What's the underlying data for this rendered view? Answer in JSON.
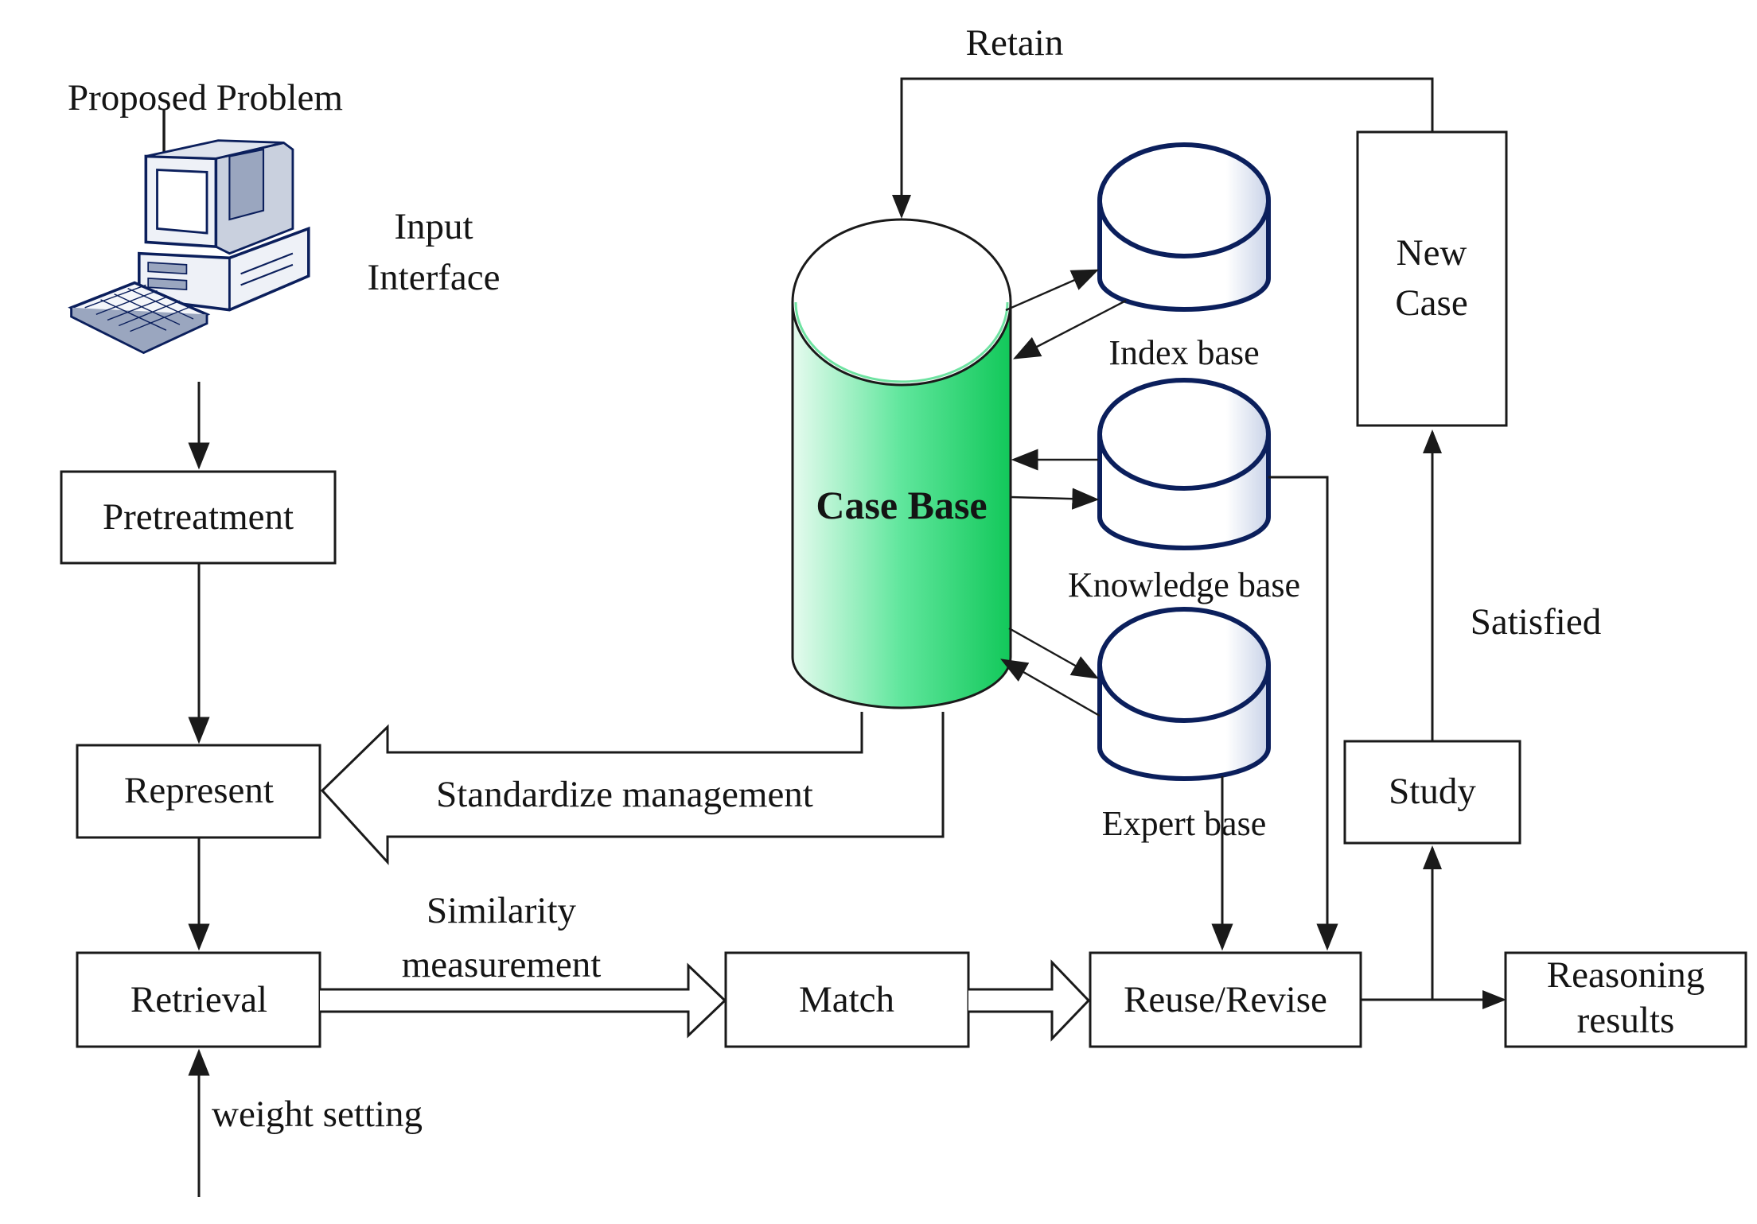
{
  "nodes": {
    "proposed_problem": "Proposed Problem",
    "input_interface_line1": "Input",
    "input_interface_line2": "Interface",
    "pretreatment": "Pretreatment",
    "represent": "Represent",
    "retrieval": "Retrieval",
    "match": "Match",
    "reuse_revise": "Reuse/Revise",
    "reasoning_results_line1": "Reasoning",
    "reasoning_results_line2": "results",
    "study": "Study",
    "new_case_line1": "New",
    "new_case_line2": "Case",
    "case_base": "Case Base",
    "index_base": "Index base",
    "knowledge_base": "Knowledge base",
    "expert_base": "Expert base"
  },
  "edge_labels": {
    "retain": "Retain",
    "satisfied": "Satisfied",
    "standardize_management": "Standardize management",
    "similarity_line1": "Similarity",
    "similarity_line2": "measurement",
    "weight_setting": "weight setting"
  },
  "colors": {
    "case_base_light": "#e6fbef",
    "case_base_mid": "#5fe69c",
    "case_base_dark": "#12c85a",
    "db_fill": "#ffffff",
    "db_shadow": "#c9d3e8",
    "db_outline": "#0b1f5c",
    "line": "#1a1a1a",
    "computer_outline": "#0b1f5c",
    "computer_body": "#e8ecf4"
  },
  "icons": [
    "computer-icon"
  ]
}
